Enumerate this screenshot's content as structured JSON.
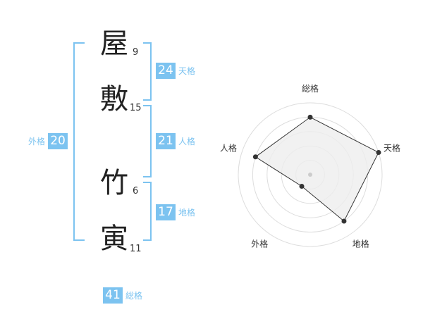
{
  "name": {
    "chars": [
      {
        "char": "屋",
        "strokes": "9"
      },
      {
        "char": "敷",
        "strokes": "15"
      },
      {
        "char": "竹",
        "strokes": "6"
      },
      {
        "char": "寅",
        "strokes": "11"
      }
    ]
  },
  "fortunes": {
    "tenkaku": {
      "value": "24",
      "label": "天格"
    },
    "jinkaku": {
      "value": "21",
      "label": "人格"
    },
    "chikaku": {
      "value": "17",
      "label": "地格"
    },
    "gaikaku": {
      "value": "20",
      "label": "外格"
    },
    "soukaku": {
      "value": "41",
      "label": "総格"
    }
  },
  "colors": {
    "accent": "#7cc3f0",
    "radar_fill": "#eeeeee",
    "radar_stroke": "#333333"
  },
  "chart_data": {
    "type": "radar",
    "axes": [
      "総格",
      "天格",
      "地格",
      "外格",
      "人格"
    ],
    "values": [
      4,
      5,
      4,
      1,
      4
    ],
    "max": 5
  }
}
